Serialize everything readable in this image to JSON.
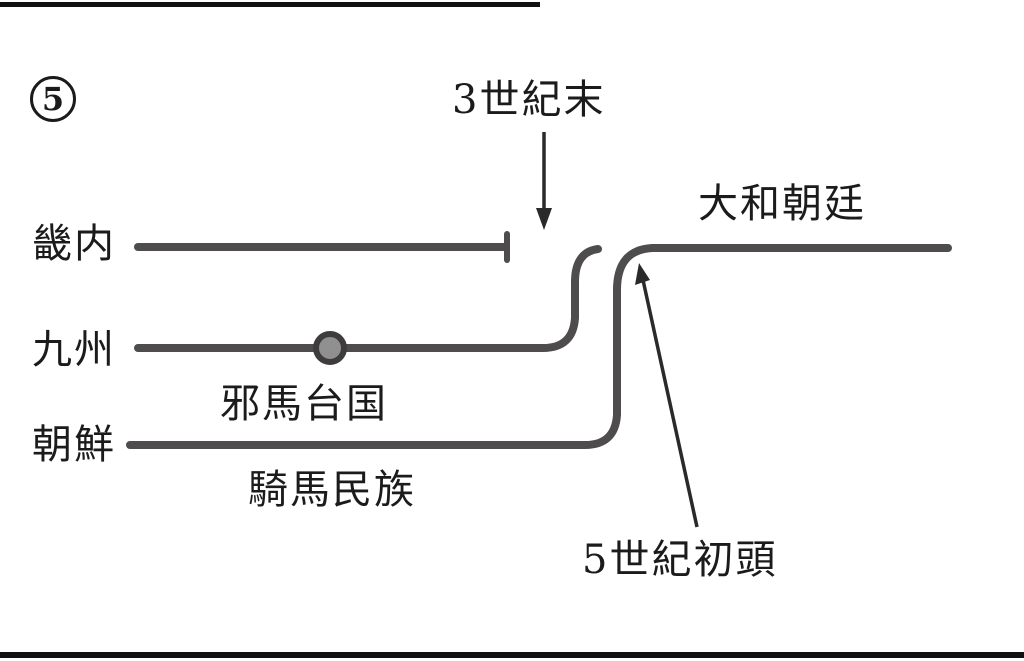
{
  "figure": {
    "number": "5",
    "labels": {
      "third_century": "3世紀末",
      "yamato_chotei": "大和朝廷",
      "kinai": "畿内",
      "kyushu": "九州",
      "chosen": "朝鮮",
      "yamataikoku": "邪馬台国",
      "kiba_minzoku": "騎馬民族",
      "fifth_century": "5世紀初頭"
    },
    "colors": {
      "line": "#4f4c4d",
      "arrow": "#2a2a2a",
      "marker_fill": "#909090",
      "marker_stroke": "#3f3c3d"
    }
  }
}
